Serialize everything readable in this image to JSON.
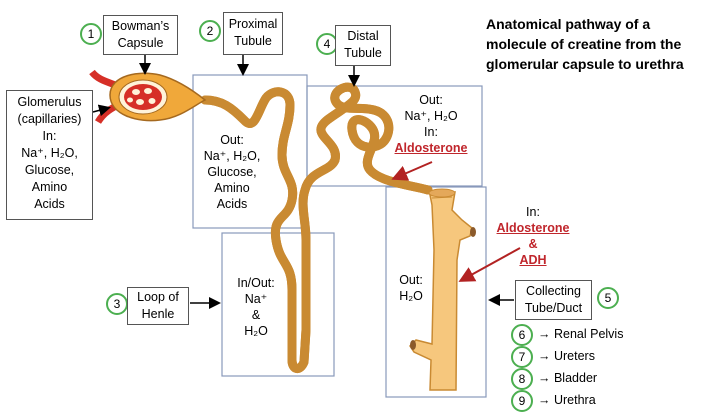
{
  "title": {
    "line1": "Anatomical pathway of a",
    "line2": "molecule of creatine from the",
    "line3": "glomerular capsule to urethra"
  },
  "labels": {
    "bowmans": {
      "num": "1",
      "line1": "Bowman’s",
      "line2": "Capsule"
    },
    "proximal": {
      "num": "2",
      "line1": "Proximal",
      "line2": "Tubule"
    },
    "loop": {
      "num": "3",
      "line1": "Loop of",
      "line2": "Henle"
    },
    "distal": {
      "num": "4",
      "line1": "Distal",
      "line2": "Tubule"
    },
    "collecting": {
      "num": "5",
      "line1": "Collecting",
      "line2": "Tube/Duct"
    }
  },
  "glomerulus": {
    "line1": "Glomerulus",
    "line2": "(capillaries)",
    "line3": "In:",
    "line4": "Na⁺, H₂O,",
    "line5": "Glucose,",
    "line6": "Amino",
    "line7": "Acids"
  },
  "proximal_box": {
    "line1": "Out:",
    "line2": "Na⁺, H₂O,",
    "line3": "Glucose,",
    "line4": "Amino",
    "line5": "Acids"
  },
  "loop_box": {
    "line1": "In/Out:",
    "line2": "Na⁺",
    "line3": "&",
    "line4": "H₂O"
  },
  "distal_box": {
    "line1": "Out:",
    "line2": "Na⁺, H₂O",
    "line3": "In:",
    "line4": "Aldosterone"
  },
  "collecting_box": {
    "in_label": "In:",
    "hormone1": "Aldosterone",
    "amp": "&",
    "hormone2": "ADH",
    "out_label": "Out:",
    "out_value": "H₂O"
  },
  "steps": [
    {
      "num": "6",
      "text": "→ Renal Pelvis"
    },
    {
      "num": "7",
      "text": "→ Ureters"
    },
    {
      "num": "8",
      "text": "→ Bladder"
    },
    {
      "num": "9",
      "text": "→ Urethra"
    }
  ],
  "colors": {
    "tubule": "#f6c77d",
    "tubule_outline": "#c98a32",
    "artery": "#d62f27",
    "box_border": "#8899bb",
    "arrow_red": "#b22222",
    "circle_green": "#4caf50"
  }
}
